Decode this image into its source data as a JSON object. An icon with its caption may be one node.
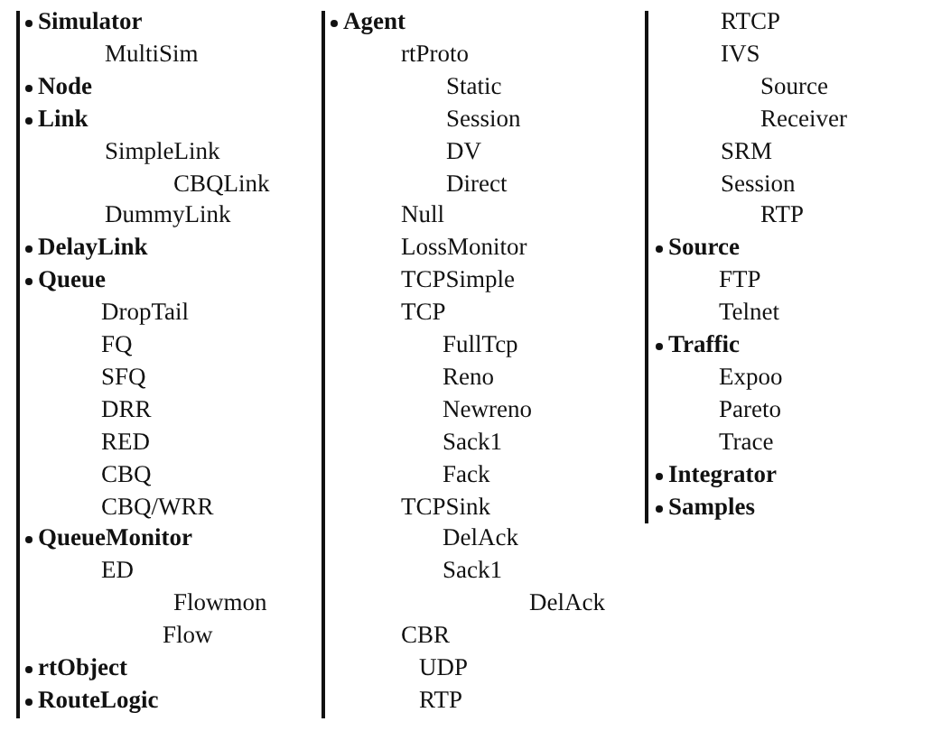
{
  "diagram": {
    "labels": [
      "Simulator",
      "MultiSim",
      "Node",
      "Link",
      "SimpleLink",
      "CBQLink",
      "DummyLink",
      "DelayLink",
      "Queue",
      "DropTail",
      "FQ",
      "SFQ",
      "DRR",
      "RED",
      "CBQ",
      "CBQ/WRR",
      "QueueMonitor",
      "ED",
      "Flowmon",
      "Flow",
      "rtObject",
      "RouteLogic",
      "Agent",
      "rtProto",
      "Static",
      "Session",
      "DV",
      "Direct",
      "Null",
      "LossMonitor",
      "TCPSimple",
      "TCP",
      "FullTcp",
      "Reno",
      "Newreno",
      "Sack1",
      "Fack",
      "TCPSink",
      "DelAck",
      "Sack1",
      "DelAck",
      "CBR",
      "UDP",
      "RTP",
      "RTCP",
      "IVS",
      "Source",
      "Receiver",
      "SRM",
      "Session",
      "RTP",
      "Source",
      "FTP",
      "Telnet",
      "Traffic",
      "Expoo",
      "Pareto",
      "Trace",
      "Integrator",
      "Samples"
    ]
  }
}
